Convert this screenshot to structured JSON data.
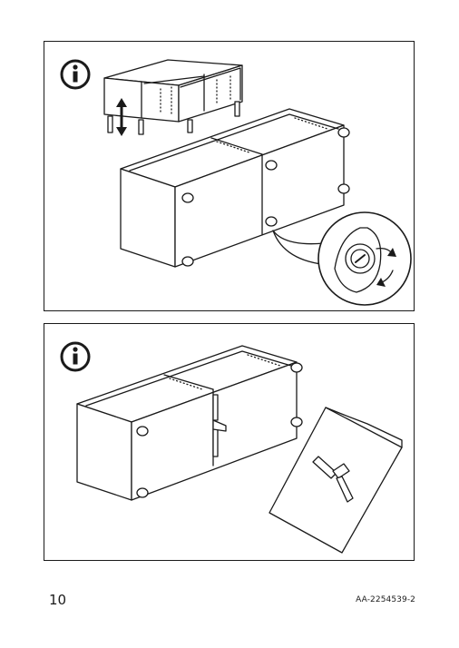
{
  "page": {
    "page_number": "10",
    "document_code": "AA-2254539-2"
  },
  "panels": [
    {
      "id": "panel-1",
      "icon": "info-icon",
      "step": "adjust-leg-height"
    },
    {
      "id": "panel-2",
      "icon": "info-icon",
      "step": "attach-connector-bracket"
    }
  ]
}
